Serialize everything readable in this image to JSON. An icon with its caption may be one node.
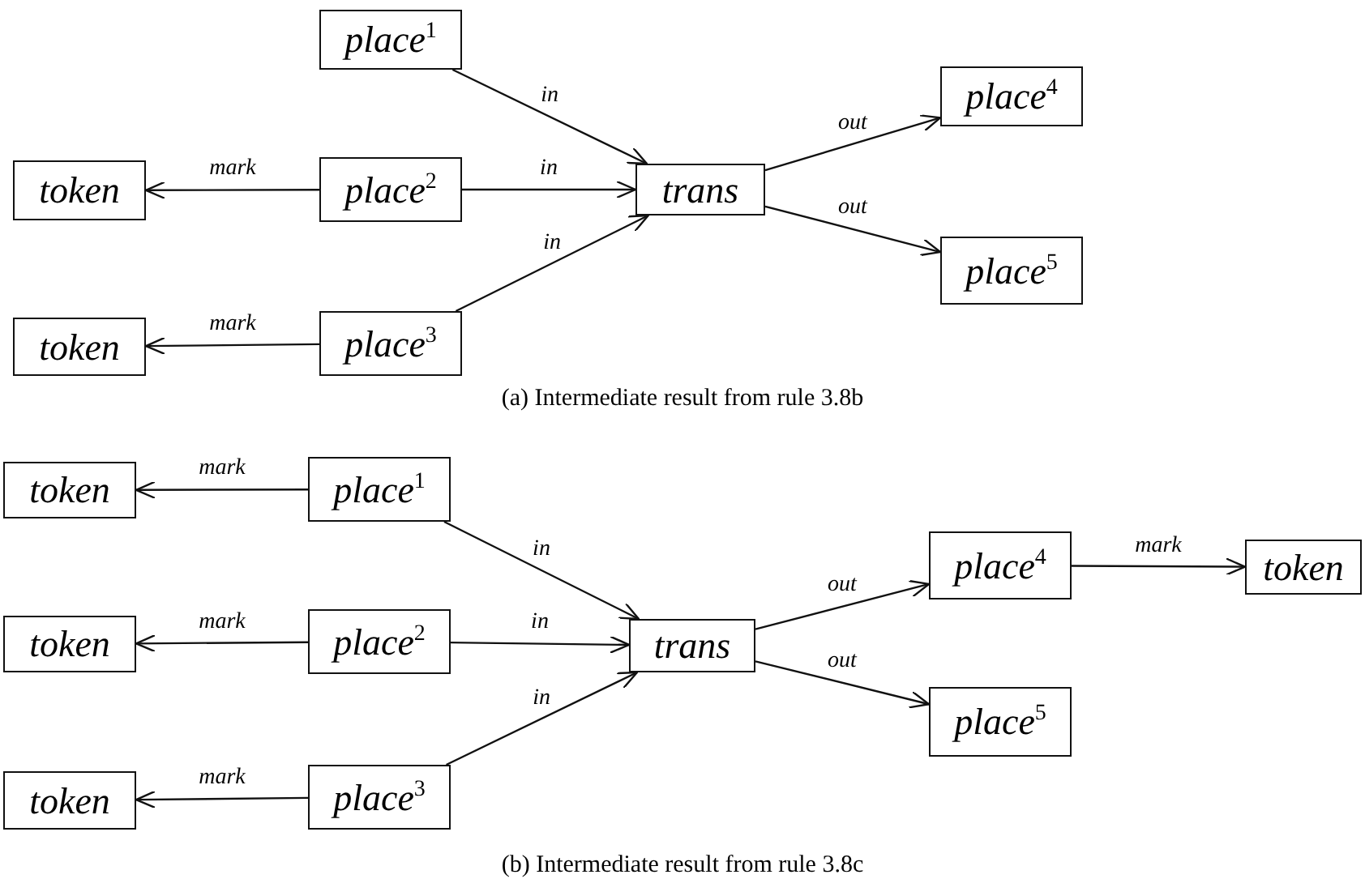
{
  "diagram": {
    "nodes": [
      {
        "text": [
          "place$^{1}$"
        ]
      },
      {
        "text": [
          "place$^{4}$"
        ]
      },
      {
        "text": [
          "token"
        ]
      },
      {
        "text": [
          "place$^{2}$"
        ]
      },
      {
        "text": [
          "trans"
        ]
      },
      {
        "text": [
          "place$^{5}$"
        ]
      },
      {
        "text": [
          "token"
        ]
      },
      {
        "text": [
          "place$^{3}$"
        ]
      },
      {
        "text": [
          "token"
        ]
      },
      {
        "text": [
          "place$^{1}$"
        ]
      },
      {
        "text": [
          "place$^{4}$"
        ]
      },
      {
        "text": [
          "token"
        ]
      },
      {
        "text": [
          "token"
        ]
      },
      {
        "text": [
          "place$^{2}$"
        ]
      },
      {
        "text": [
          "trans"
        ]
      },
      {
        "text": [
          "place$^{5}$"
        ]
      },
      {
        "text": [
          "token"
        ]
      },
      {
        "text": [
          "place$^{3}$"
        ]
      }
    ],
    "edges": [
      {
        "from": 0,
        "to": 4,
        "label": "in",
        "arrow": "to"
      },
      {
        "from": 3,
        "to": 2,
        "label": "mark",
        "arrow": "to"
      },
      {
        "from": 3,
        "to": 4,
        "label": "in",
        "arrow": "to"
      },
      {
        "from": 7,
        "to": 4,
        "label": "in",
        "arrow": "to"
      },
      {
        "from": 4,
        "to": 1,
        "label": "out",
        "arrow": "to"
      },
      {
        "from": 4,
        "to": 5,
        "label": "out",
        "arrow": "to"
      },
      {
        "from": 7,
        "to": 6,
        "label": "mark",
        "arrow": "to"
      },
      {
        "from": 9,
        "to": 8,
        "label": "mark",
        "arrow": "to"
      },
      {
        "from": 9,
        "to": 14,
        "label": "in",
        "arrow": "to"
      },
      {
        "from": 13,
        "to": 12,
        "label": "mark",
        "arrow": "to"
      },
      {
        "from": 13,
        "to": 14,
        "label": "in",
        "arrow": "to"
      },
      {
        "from": 17,
        "to": 14,
        "label": "in",
        "arrow": "to"
      },
      {
        "from": 17,
        "to": 16,
        "label": "mark",
        "arrow": "to"
      },
      {
        "from": 14,
        "to": 10,
        "label": "out",
        "arrow": "to"
      },
      {
        "from": 14,
        "to": 15,
        "label": "out",
        "arrow": "to"
      },
      {
        "from": 10,
        "to": 11,
        "label": "mark",
        "arrow": "to"
      }
    ],
    "labels": [
      "(a) Intermediate result from rule 3.8b",
      "(b) Intermediate result from rule 3.8c"
    ]
  }
}
